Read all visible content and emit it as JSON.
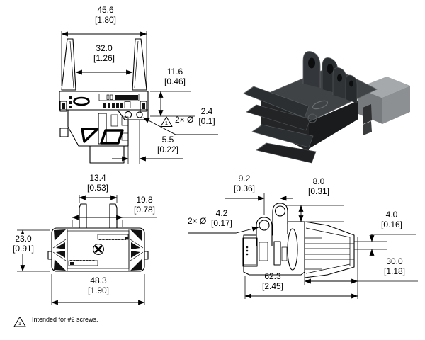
{
  "note": {
    "flag": "1",
    "text": "Intended for #2 screws."
  },
  "views": {
    "front": {
      "overall_width": {
        "mm": "45.6",
        "in": "[1.80]"
      },
      "inner_width": {
        "mm": "32.0",
        "in": "[1.26]"
      },
      "upper_height": {
        "mm": "11.6",
        "in": "[0.46]"
      },
      "mount_holes": {
        "flag": "1",
        "prefix": "2× Ø",
        "mm": "2.4",
        "in": "[0.1]"
      },
      "hole_spacing": {
        "mm": "5.5",
        "in": "[0.22]"
      }
    },
    "top": {
      "tab_width": {
        "mm": "13.4",
        "in": "[0.53]"
      },
      "tab_span": {
        "mm": "19.8",
        "in": "[0.78]"
      },
      "body_depth": {
        "mm": "23.0",
        "in": "[0.91]"
      },
      "overall_width": {
        "mm": "48.3",
        "in": "[1.90]"
      }
    },
    "side": {
      "lug_spacing": {
        "mm": "9.2",
        "in": "[0.36]"
      },
      "lug_height": {
        "mm": "8.0",
        "in": "[0.31]"
      },
      "lug_holes": {
        "prefix": "2× Ø",
        "mm": "4.2",
        "in": "[0.17]"
      },
      "tip_gap": {
        "mm": "4.0",
        "in": "[0.16]"
      },
      "nose_length": {
        "mm": "30.0",
        "in": "[1.18]"
      },
      "overall_length": {
        "mm": "62.3",
        "in": "[2.45]"
      }
    }
  },
  "colors": {
    "line": "#000000",
    "render_dark": "#26282a",
    "render_light": "#a6a9ab"
  }
}
